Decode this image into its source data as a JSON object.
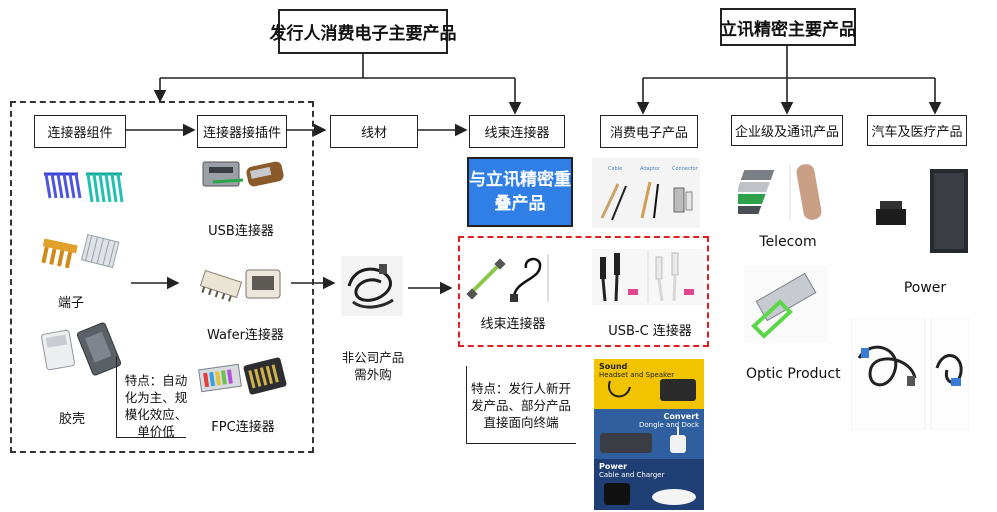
{
  "headers": {
    "left_title": "发行人消费电子主要产品",
    "right_title": "立讯精密主要产品"
  },
  "flow_boxes": {
    "connector_assembly": "连接器组件",
    "connector_plugin": "连接器接插件",
    "wire": "线材",
    "harness_connector": "线束连接器",
    "consumer_products": "消费电子产品",
    "enterprise_products": "企业级及通讯产品",
    "auto_medical_products": "汽车及医疗产品"
  },
  "left_group": {
    "terminal_label": "端子",
    "housing_label": "胶壳",
    "usb_label": "USB连接器",
    "wafer_label": "Wafer连接器",
    "fpc_label": "FPC连接器",
    "feature_note": "特点：自动化为主、规模化效应、单价低"
  },
  "middle": {
    "outsourced_label": "非公司产品需外购",
    "overlap_label": "与立讯精密重叠产品",
    "harness_label": "线束连接器",
    "usbc_label": "USB-C 连接器",
    "feature_note": "特点：发行人新开发产品、部分产品直接面向终端"
  },
  "consumer_cards": {
    "top_items": [
      "Cable",
      "Adaptor",
      "Connector"
    ],
    "sound_title": "Sound",
    "sound_sub": "Headset and Speaker",
    "convert_title": "Convert",
    "convert_sub": "Dongle and Dock",
    "power_title": "Power",
    "power_sub": "Cable and Charger"
  },
  "right_group": {
    "telecom_label": "Telecom",
    "optic_label": "Optic Product",
    "power_label": "Power"
  },
  "colors": {
    "highlight_blue": "#2f7fe6",
    "red_dash": "#e02020",
    "card_yellow": "#f2c400",
    "card_blue": "#2f5f9e",
    "card_navy": "#1f3f74"
  }
}
